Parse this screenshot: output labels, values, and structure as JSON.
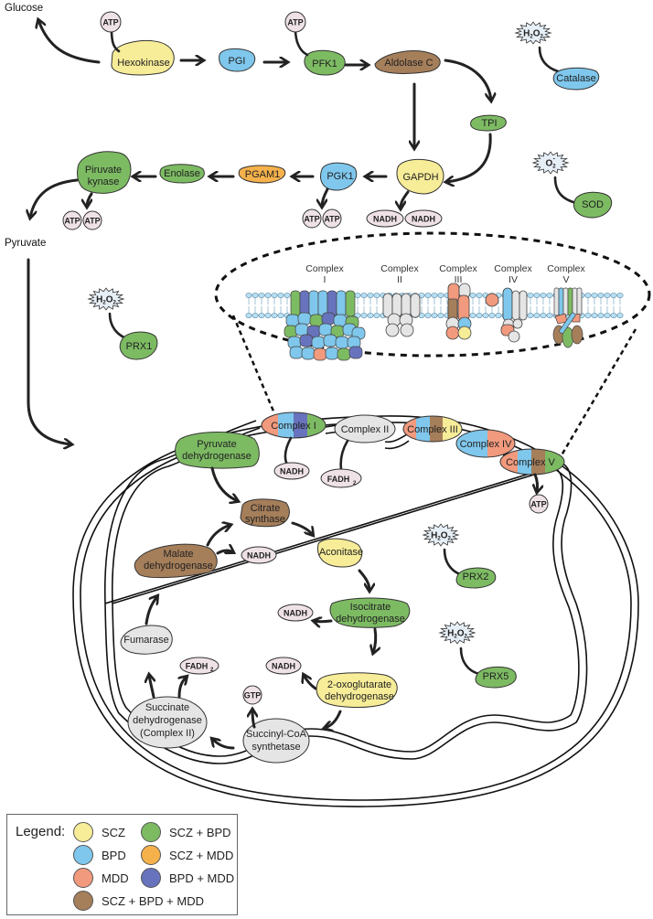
{
  "colors": {
    "SCZ": "#f7ec98",
    "BPD": "#7fc7ec",
    "MDD": "#f29a7e",
    "SCZ_BPD": "#7dbb63",
    "SCZ_MDD": "#f5b14b",
    "BPD_MDD": "#6873bd",
    "SCZ_BPD_MDD": "#a57e5a",
    "none": "#e5e5e5",
    "cofactor": "#efe2e6",
    "ros": "#e6eef6"
  },
  "metabolites": {
    "glucose": "Glucose",
    "pyruvate": "Pyruvate"
  },
  "glycolysis": {
    "hexokinase": "Hexokinase",
    "pgi": "PGI",
    "pfk1": "PFK1",
    "aldolase": "Aldolase C",
    "tpi": "TPI",
    "gapdh": "GAPDH",
    "pgk1": "PGK1",
    "pgam1": "PGAM1",
    "enolase": "Enolase",
    "pk_line1": "Piruvate",
    "pk_line2": "kynase"
  },
  "cofactors": {
    "atp": "ATP",
    "nadh": "NADH",
    "fadh2": "FADH",
    "fadh2_sub": "2",
    "gtp": "GTP"
  },
  "ros": {
    "h2o2_h": "H",
    "h2o2_o": "O",
    "sub2": "2",
    "o2_o": "O",
    "o2_sup": "-"
  },
  "antioxidants": {
    "catalase": "Catalase",
    "sod": "SOD",
    "prx1": "PRX1",
    "prx2": "PRX2",
    "prx5": "PRX5"
  },
  "inset": {
    "complexes": [
      {
        "line1": "Complex",
        "line2": "I"
      },
      {
        "line1": "Complex",
        "line2": "II"
      },
      {
        "line1": "Complex",
        "line2": "III"
      },
      {
        "line1": "Complex",
        "line2": "IV"
      },
      {
        "line1": "Complex",
        "line2": "V"
      }
    ]
  },
  "etc": {
    "c1": "Complex I",
    "c2": "Complex II",
    "c3": "Complex III",
    "c4": "Complex IV",
    "c5": "Complex V"
  },
  "tca": {
    "pdh_1": "Pyruvate",
    "pdh_2": "dehydrogenase",
    "cs_1": "Citrate",
    "cs_2": "synthase",
    "aconitase": "Aconitase",
    "idh_1": "Isocitrate",
    "idh_2": "dehydrogenase",
    "ogdh_1": "2-oxoglutarate",
    "ogdh_2": "dehydrogenase",
    "scs_1": "Succinyl-CoA",
    "scs_2": "synthetase",
    "sdh_1": "Succinate",
    "sdh_2": "dehydrogenase",
    "sdh_3": "(Complex II)",
    "fumarase": "Fumarase",
    "mdh_1": "Malate",
    "mdh_2": "dehydrogenase"
  },
  "legend": {
    "title": "Legend:",
    "items": [
      {
        "label": "SCZ",
        "color": "#f7ec98"
      },
      {
        "label": "BPD",
        "color": "#7fc7ec"
      },
      {
        "label": "MDD",
        "color": "#f29a7e"
      },
      {
        "label": "SCZ + BPD",
        "color": "#7dbb63"
      },
      {
        "label": "SCZ + MDD",
        "color": "#f5b14b"
      },
      {
        "label": "BPD + MDD",
        "color": "#6873bd"
      },
      {
        "label": "SCZ + BPD + MDD",
        "color": "#a57e5a"
      }
    ]
  }
}
